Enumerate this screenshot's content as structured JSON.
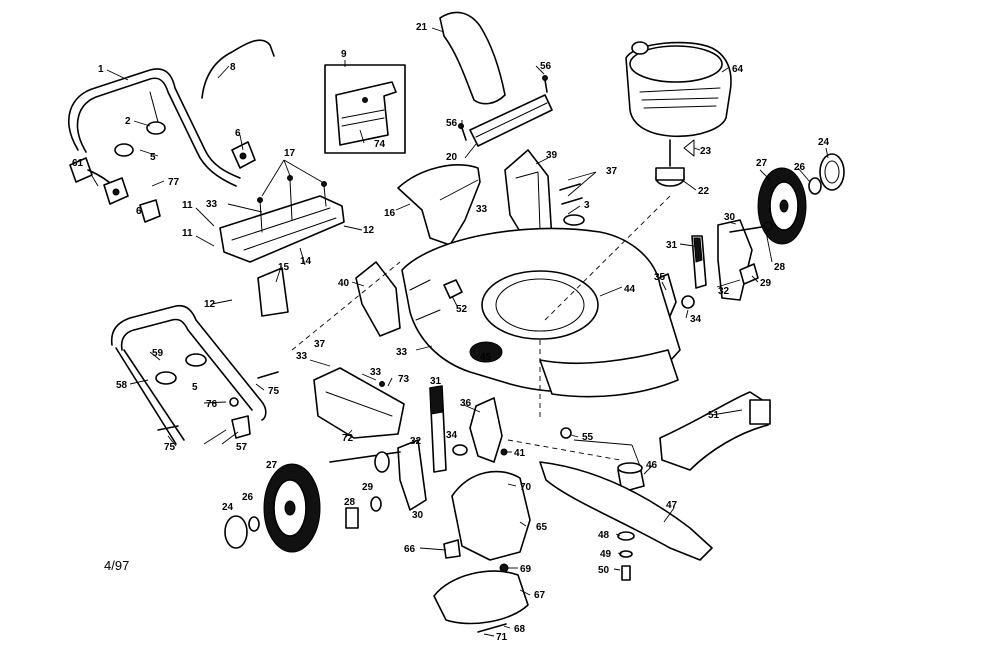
{
  "date_code": "4/97",
  "part_labels": [
    "1",
    "2",
    "3",
    "5",
    "6",
    "8",
    "9",
    "11",
    "12",
    "14",
    "15",
    "16",
    "17",
    "20",
    "21",
    "22",
    "23",
    "24",
    "26",
    "27",
    "28",
    "29",
    "30",
    "31",
    "32",
    "33",
    "34",
    "35",
    "36",
    "37",
    "39",
    "40",
    "41",
    "44",
    "45",
    "46",
    "47",
    "48",
    "49",
    "50",
    "51",
    "52",
    "55",
    "56",
    "58",
    "59",
    "61",
    "64",
    "65",
    "66",
    "67",
    "68",
    "69",
    "70",
    "71",
    "72",
    "73",
    "74",
    "75",
    "76",
    "77"
  ]
}
